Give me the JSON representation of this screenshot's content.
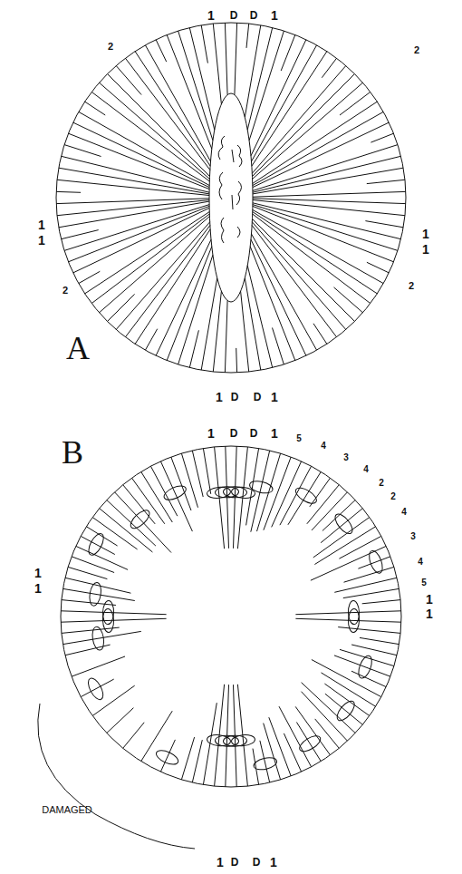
{
  "diagram": {
    "labels": [
      "1",
      "D",
      "D",
      "1",
      "2",
      "2",
      "1",
      "1",
      "1",
      "1",
      "2",
      "2",
      "1",
      "D",
      "D",
      "1",
      "A",
      "B",
      "1",
      "D",
      "D",
      "1",
      "5",
      "4",
      "3",
      "4",
      "2",
      "2",
      "4",
      "3",
      "4",
      "5",
      "1",
      "1",
      "1",
      "1",
      "DAMAGED",
      "1",
      "D",
      "D",
      "1"
    ]
  }
}
